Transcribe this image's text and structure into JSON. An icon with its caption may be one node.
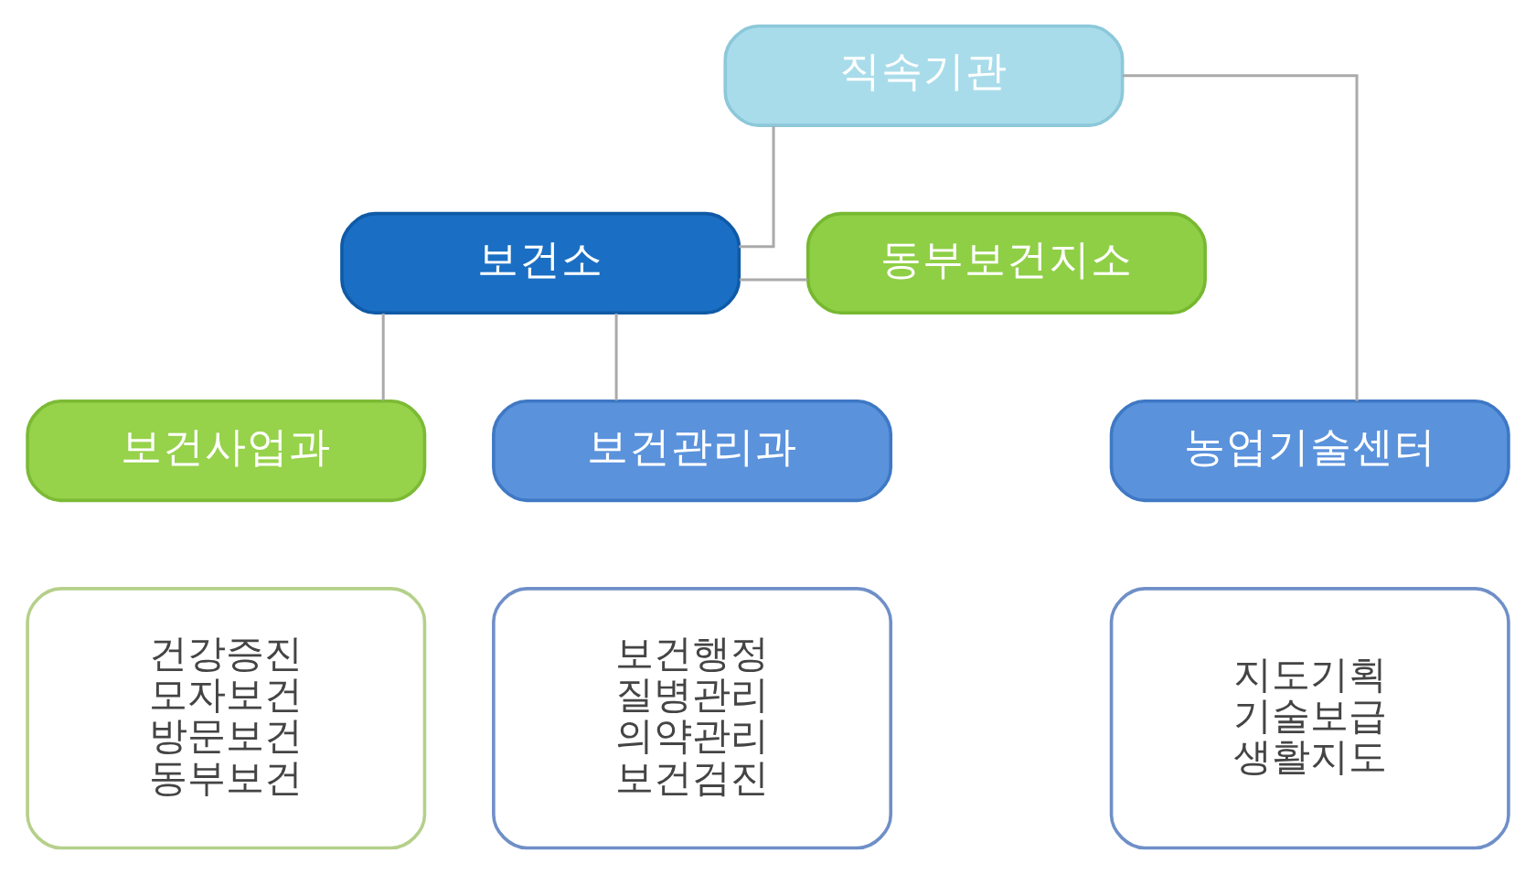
{
  "diagram": {
    "nodes": [
      {
        "text": [
          "직속기관"
        ]
      },
      {
        "text": [
          "동부보건지소"
        ]
      },
      {
        "text": [
          "보건소"
        ]
      },
      {
        "text": [
          "보건관리과"
        ]
      },
      {
        "text": [
          "보건사업과"
        ]
      },
      {
        "text": [
          "농업기술센터"
        ]
      },
      {
        "text": [
          "보건행정",
          "질병관리",
          "의약관리",
          "보건검진"
        ]
      },
      {
        "text": [
          "건강증진",
          "모자보건",
          "방문보건",
          "동부보건"
        ]
      },
      {
        "text": [
          "지도기획",
          "기술보급",
          "생활지도"
        ]
      }
    ],
    "edges": [
      {
        "from": 0,
        "to": 2,
        "arrow": "none"
      },
      {
        "from": 0,
        "to": 5,
        "arrow": "none"
      },
      {
        "from": 1,
        "to": 2,
        "arrow": "none"
      },
      {
        "from": 2,
        "to": 3,
        "arrow": "none"
      },
      {
        "from": 2,
        "to": 4,
        "arrow": "none"
      }
    ]
  }
}
